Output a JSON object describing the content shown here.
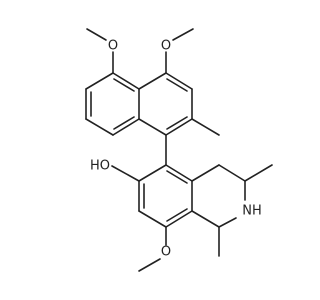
{
  "molecule": {
    "atom_labels": {
      "o_methoxy_5": "O",
      "o_methoxy_4": "O",
      "hydroxyl": "HO",
      "amine": "NH",
      "o_methoxy_8": "O"
    }
  }
}
